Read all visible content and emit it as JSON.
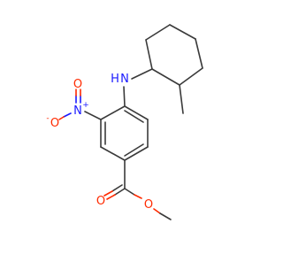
{
  "molecule": {
    "atoms": {
      "amine_n": "N",
      "amine_h": "H",
      "nitro_n": "N",
      "nitro_n_charge": "+",
      "nitro_o_top": "O",
      "nitro_o_left": "O",
      "nitro_o_left_charge": "-",
      "ester_o_carbonyl": "O",
      "ester_o_ether": "O"
    },
    "colors": {
      "bond": "#3a3a3a",
      "oxygen": "#ff2a00",
      "nitrogen": "#1a1aff"
    }
  }
}
